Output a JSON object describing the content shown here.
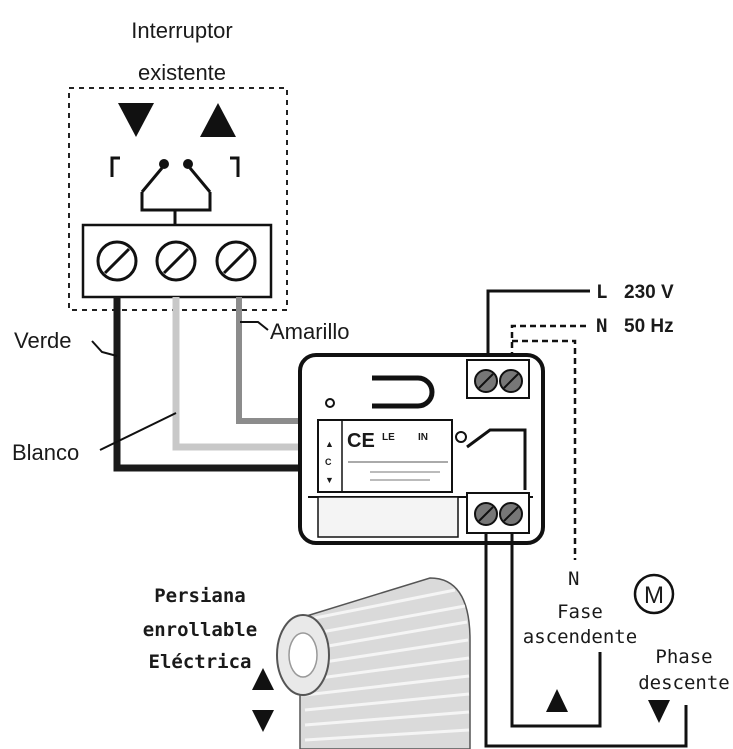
{
  "switch": {
    "title_line1": "Interruptor",
    "title_line2": "existente"
  },
  "wires": {
    "verde": "Verde",
    "blanco": "Blanco",
    "amarillo": "Amarillo"
  },
  "supply": {
    "l_label": "L",
    "voltage": "230 V",
    "n_label": "N",
    "frequency": "50 Hz"
  },
  "outputs": {
    "n_label": "N",
    "motor_symbol": "M",
    "fase_line1": "Fase",
    "fase_line2": "ascendente",
    "phase_line1": "Phase",
    "phase_line2": "descente"
  },
  "shutter": {
    "line1": "Persiana",
    "line2": "enrollable",
    "line3": "Eléctrica"
  },
  "module": {
    "ce_mark": "CE",
    "code_small": "LE",
    "code_in": "IN"
  },
  "colors": {
    "black_wire": "#1a1a1a",
    "white_wire": "#c8c8c8",
    "yellow_wire": "#8c8c8c",
    "module_fill": "#ffffff",
    "shutter_fill": "#d9d9d9"
  }
}
